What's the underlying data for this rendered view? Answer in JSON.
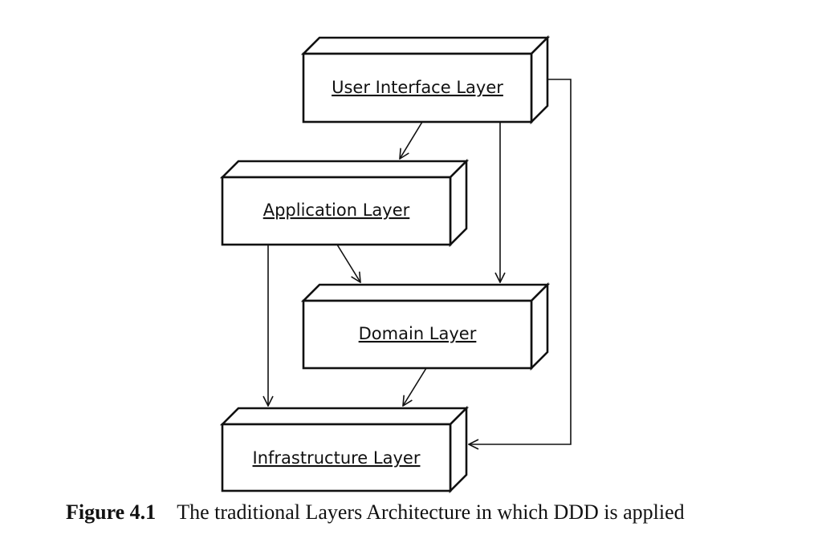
{
  "diagram": {
    "nodes": [
      {
        "id": "ui",
        "label": "User Interface Layer"
      },
      {
        "id": "app",
        "label": "Application Layer"
      },
      {
        "id": "domain",
        "label": "Domain Layer"
      },
      {
        "id": "infra",
        "label": "Infrastructure Layer"
      }
    ],
    "edges": [
      {
        "from": "ui",
        "to": "app"
      },
      {
        "from": "ui",
        "to": "domain"
      },
      {
        "from": "ui",
        "to": "infra"
      },
      {
        "from": "app",
        "to": "domain"
      },
      {
        "from": "app",
        "to": "infra"
      },
      {
        "from": "domain",
        "to": "infra"
      }
    ],
    "colors": {
      "stroke": "#111111",
      "fill": "#ffffff"
    }
  },
  "caption": {
    "label": "Figure 4.1",
    "text": "The traditional Layers Architecture in which DDD is applied"
  }
}
